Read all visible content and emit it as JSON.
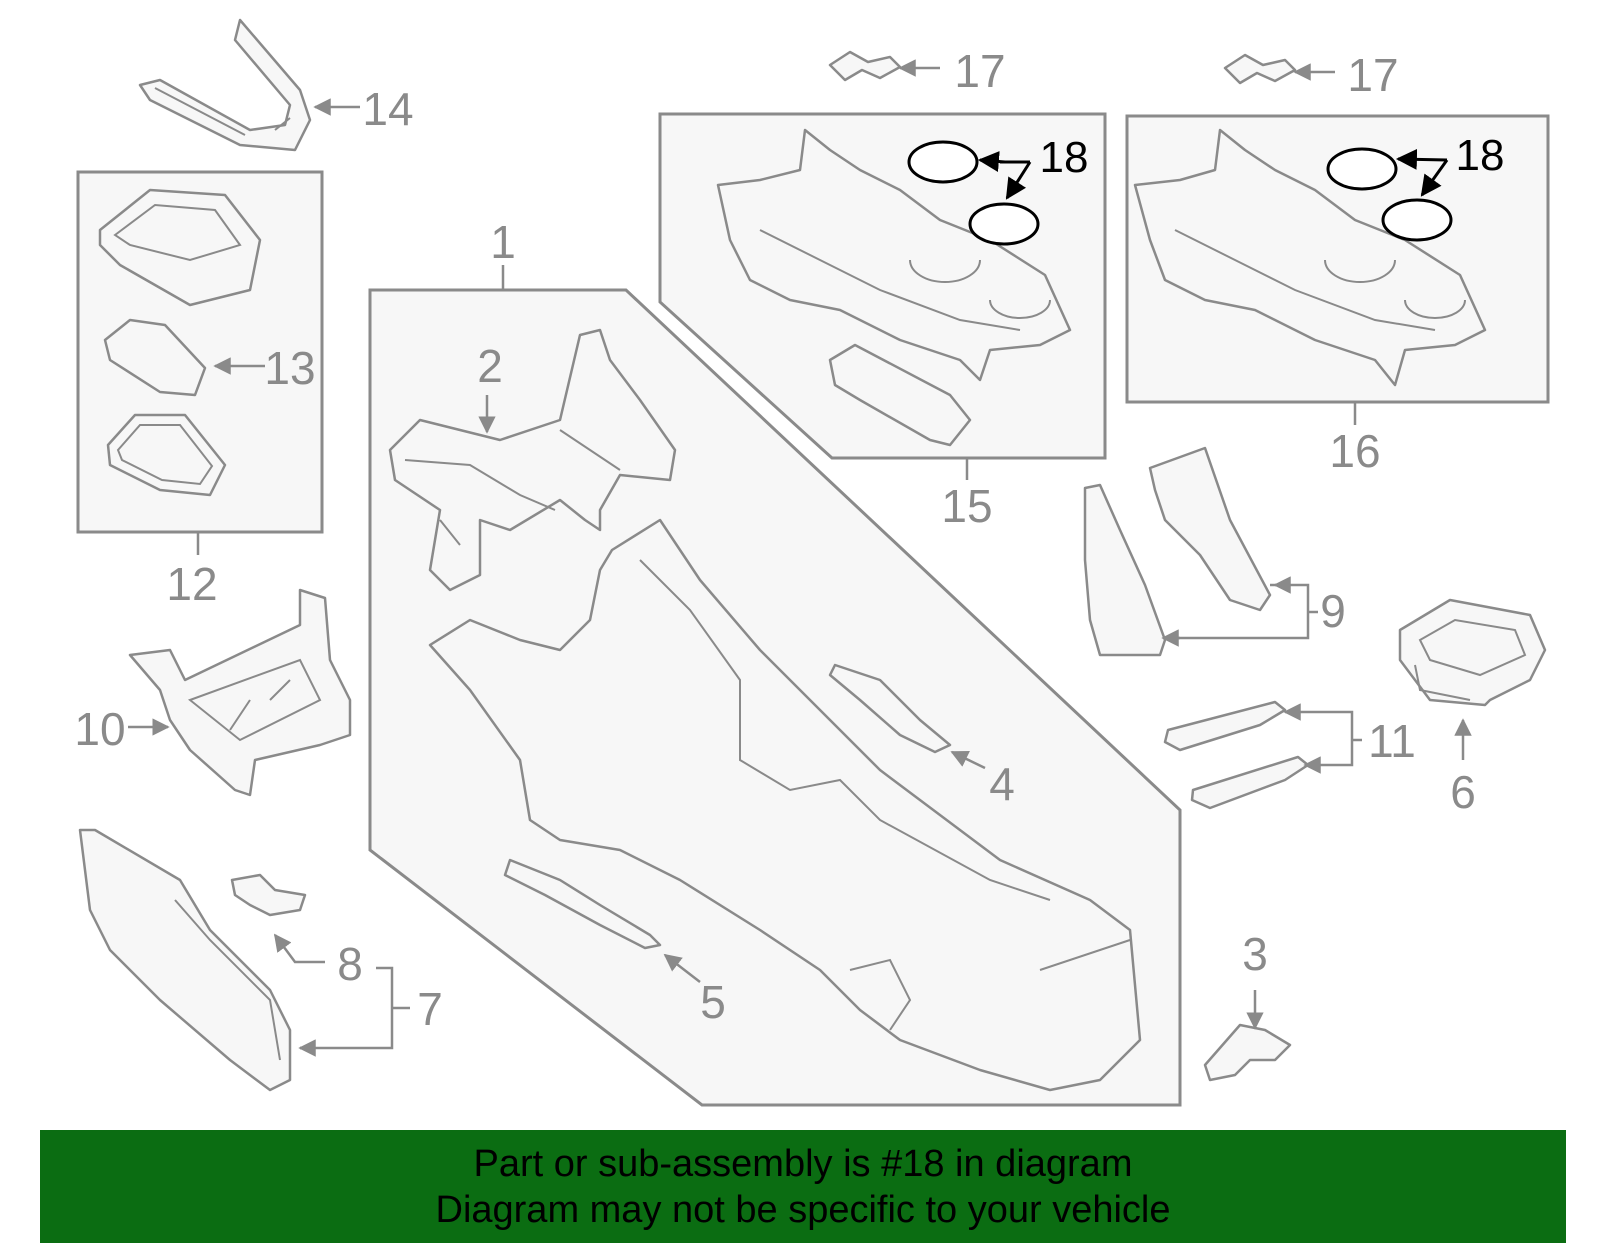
{
  "callouts": [
    "1",
    "2",
    "3",
    "4",
    "5",
    "6",
    "7",
    "8",
    "9",
    "10",
    "11",
    "12",
    "13",
    "14",
    "15",
    "16",
    "17",
    "17",
    "18",
    "18"
  ],
  "banner": {
    "line1": "Part or sub-assembly is #18 in diagram",
    "line2": "Diagram may not be specific to your vehicle",
    "color": "#0b6d12"
  },
  "colors": {
    "line": "#8a8a8a",
    "highlight": "#000000",
    "fill": "#f7f7f7"
  }
}
